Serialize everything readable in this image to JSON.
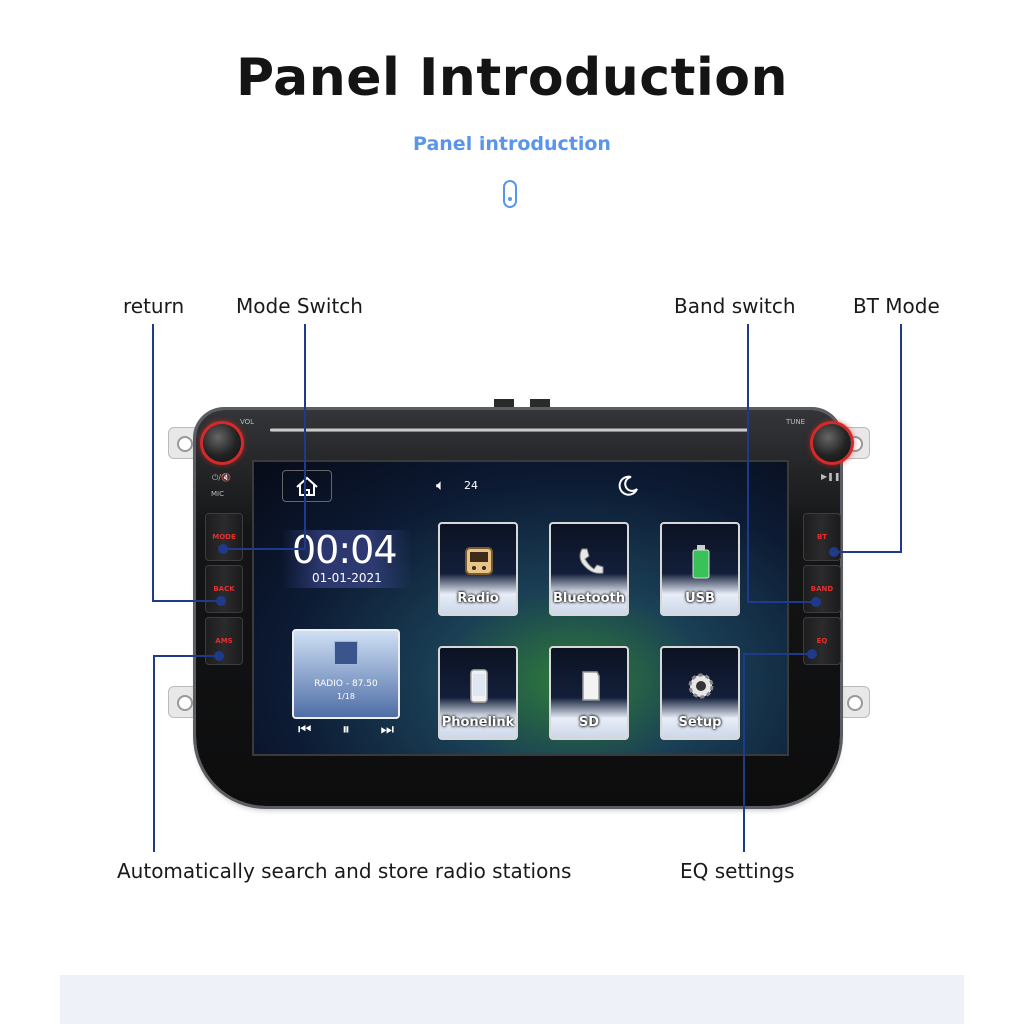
{
  "header": {
    "title": "Panel Introduction",
    "subtitle": "Panel introduction",
    "scroll_icon": "mouse-scroll-icon"
  },
  "callouts": {
    "return": "return",
    "mode_switch": "Mode Switch",
    "band_switch": "Band switch",
    "bt_mode": "BT Mode",
    "auto_search": "Automatically search and store radio stations",
    "eq_settings": "EQ settings"
  },
  "colors": {
    "accent_blue": "#5a95ea",
    "leader_line": "#1f3a8a",
    "knob_ring": "#d42a2a",
    "button_text": "#e23030"
  },
  "device": {
    "vol_label": "VOL",
    "tune_label": "TUNE",
    "mic_label": "MIC",
    "mute_label": "⏻/🔇",
    "play_label": "▶❚❚",
    "buttons_left": [
      "MODE",
      "BACK",
      "AMS"
    ],
    "buttons_right": [
      "BT",
      "BAND",
      "EQ"
    ]
  },
  "screen": {
    "volume_level": "24",
    "clock_time": "00:04",
    "clock_date": "01-01-2021",
    "media_title": "RADIO - 87.50",
    "media_track": "1/18",
    "media_controls": [
      "⏮",
      "⏸",
      "⏭"
    ],
    "apps": [
      {
        "label": "Radio",
        "icon": "radio-icon"
      },
      {
        "label": "Bluetooth",
        "icon": "phone-icon"
      },
      {
        "label": "USB",
        "icon": "usb-battery-icon"
      },
      {
        "label": "Phonelink",
        "icon": "smartphone-icon"
      },
      {
        "label": "SD",
        "icon": "sd-card-icon"
      },
      {
        "label": "Setup",
        "icon": "gear-icon"
      }
    ]
  }
}
